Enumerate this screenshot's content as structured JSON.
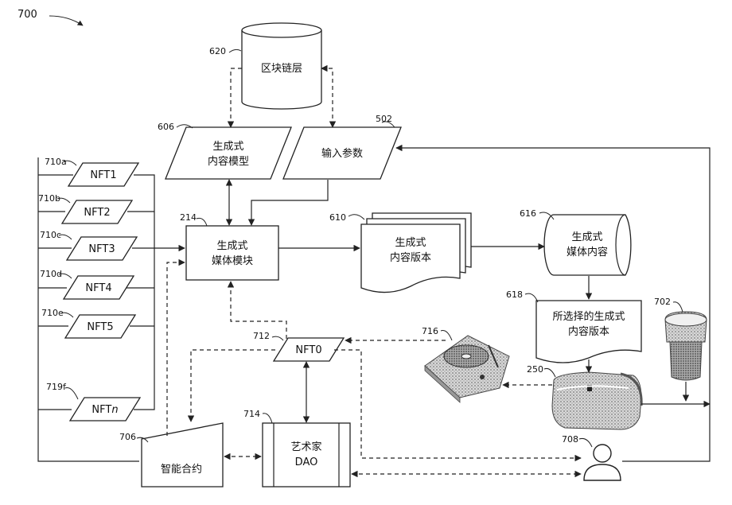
{
  "figure": {
    "number": "700"
  },
  "nodes": {
    "blockchain": {
      "ref": "620",
      "label": "区块链层"
    },
    "gen_model": {
      "ref": "606",
      "line1": "生成式",
      "line2": "内容模型"
    },
    "input_params": {
      "ref": "502",
      "label": "输入参数"
    },
    "gen_media_module": {
      "ref": "214",
      "line1": "生成式",
      "line2": "媒体模块"
    },
    "content_versions": {
      "ref": "610",
      "line1": "生成式",
      "line2": "内容版本"
    },
    "media_content": {
      "ref": "616",
      "line1": "生成式",
      "line2": "媒体内容"
    },
    "selected_version": {
      "ref": "618",
      "line1": "所选择的生成式",
      "line2": "内容版本"
    },
    "nft0": {
      "ref": "712",
      "label": "NFT0"
    },
    "turntable": {
      "ref": "716"
    },
    "headset": {
      "ref": "250"
    },
    "speaker": {
      "ref": "702"
    },
    "smart_contract": {
      "ref": "706",
      "label": "智能合约"
    },
    "artist_dao": {
      "ref": "714",
      "line1": "艺术家",
      "line2": "DAO"
    },
    "user": {
      "ref": "708"
    }
  },
  "nfts": [
    {
      "ref": "710a",
      "label": "NFT1"
    },
    {
      "ref": "710b",
      "label": "NFT2"
    },
    {
      "ref": "710c",
      "label": "NFT3"
    },
    {
      "ref": "710d",
      "label": "NFT4"
    },
    {
      "ref": "710e",
      "label": "NFT5"
    },
    {
      "ref": "719f",
      "label": "NFT",
      "label_sub": "n"
    }
  ],
  "icons": {
    "blockchain": "database-cylinder-icon",
    "turntable": "turntable-icon",
    "headset": "vr-headset-icon",
    "speaker": "smart-speaker-icon",
    "user": "user-icon"
  }
}
